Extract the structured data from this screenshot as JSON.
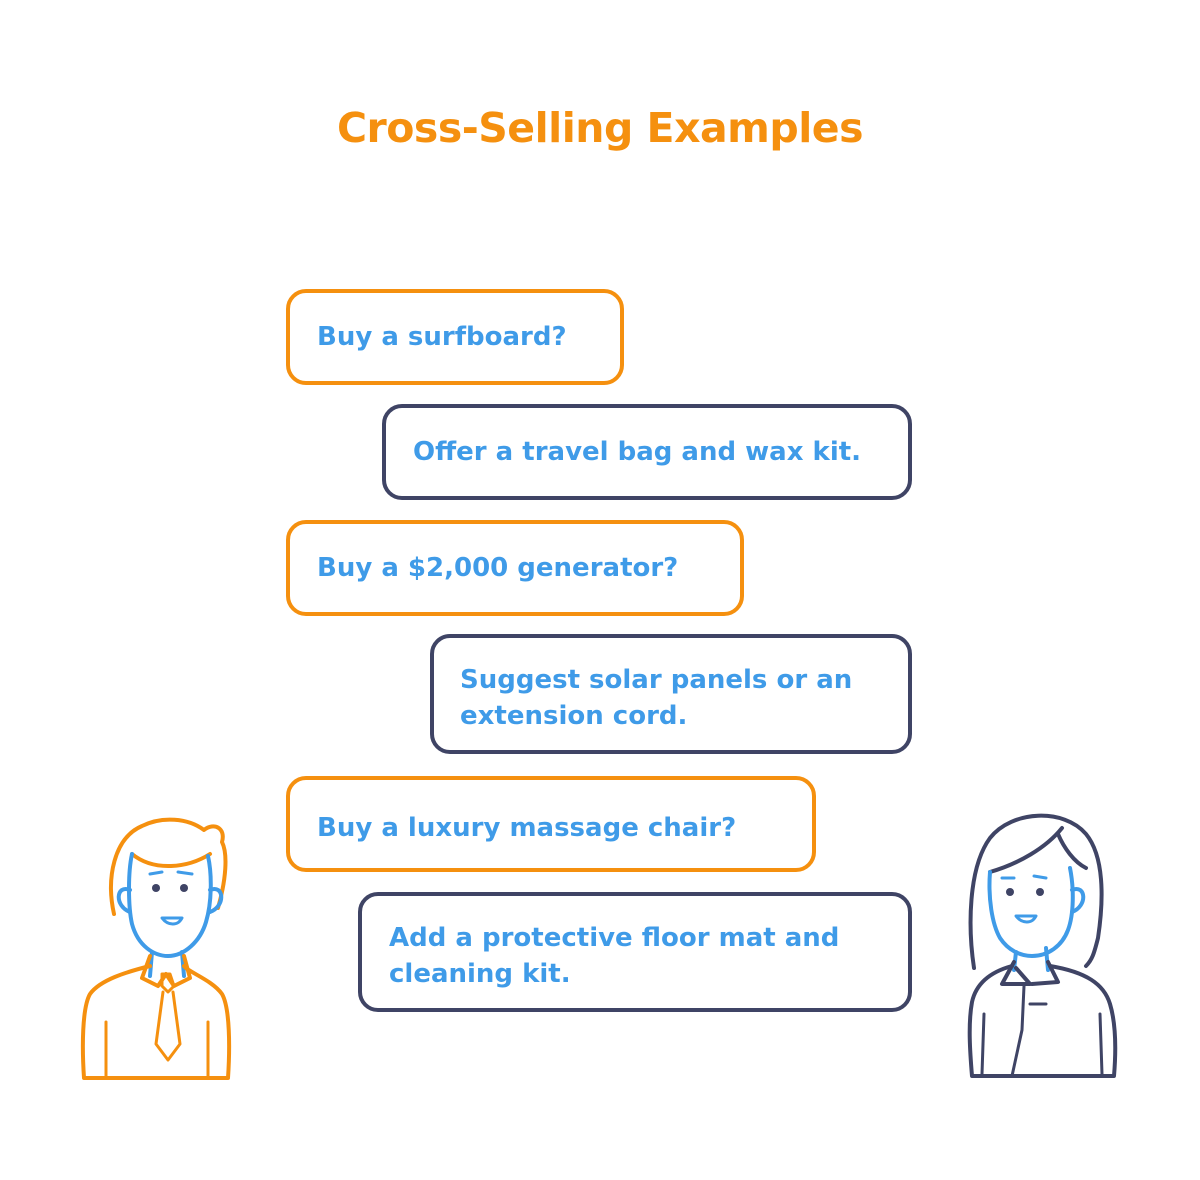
{
  "title": "Cross-Selling Examples",
  "colors": {
    "accent": "#F5900F",
    "dark": "#3F4465",
    "text": "#3F9BE8",
    "face": "#3F9BE8"
  },
  "figures": {
    "left": "salesman-figure",
    "right": "customer-figure"
  },
  "dialog": [
    {
      "speaker": "left",
      "text": "Buy a surfboard?"
    },
    {
      "speaker": "right",
      "text": "Offer a travel bag and wax kit."
    },
    {
      "speaker": "left",
      "text": "Buy a $2,000 generator?"
    },
    {
      "speaker": "right",
      "text": "Suggest solar panels or an\nextension cord."
    },
    {
      "speaker": "left",
      "text": "Buy a luxury massage chair?"
    },
    {
      "speaker": "right",
      "text": "Add a protective floor mat and\ncleaning kit."
    }
  ]
}
